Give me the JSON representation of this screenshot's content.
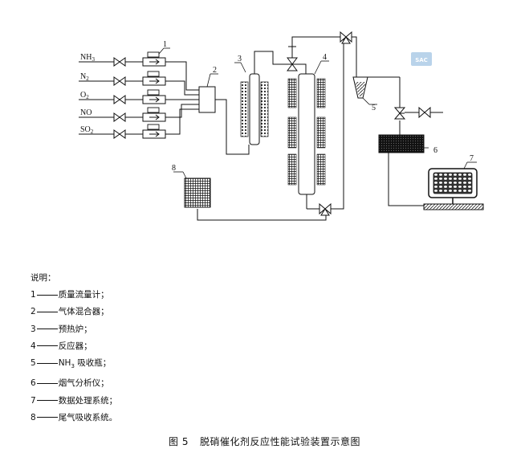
{
  "diagram": {
    "gases": [
      {
        "base": "NH",
        "sub": "3"
      },
      {
        "base": "N",
        "sub": "2"
      },
      {
        "base": "O",
        "sub": "2"
      },
      {
        "base": "NO",
        "sub": ""
      },
      {
        "base": "SO",
        "sub": "2"
      }
    ],
    "component_numbers": [
      "1",
      "2",
      "3",
      "4",
      "5",
      "6",
      "7",
      "8"
    ],
    "watermark": "SAC"
  },
  "legend": {
    "title": "说明：",
    "items": [
      {
        "num": "1",
        "text": "质量流量计；"
      },
      {
        "num": "2",
        "text": "气体混合器；"
      },
      {
        "num": "3",
        "text": "预热炉；"
      },
      {
        "num": "4",
        "text": "反应器；"
      },
      {
        "num": "5",
        "text": "NH",
        "sub": "3",
        "text_after": "吸收瓶；"
      },
      {
        "num": "6",
        "text": "烟气分析仪；"
      },
      {
        "num": "7",
        "text": "数据处理系统；"
      },
      {
        "num": "8",
        "text": "尾气吸收系统。"
      }
    ]
  },
  "caption": {
    "number": "图 5",
    "title": "脱硝催化剂反应性能试验装置示意图"
  }
}
